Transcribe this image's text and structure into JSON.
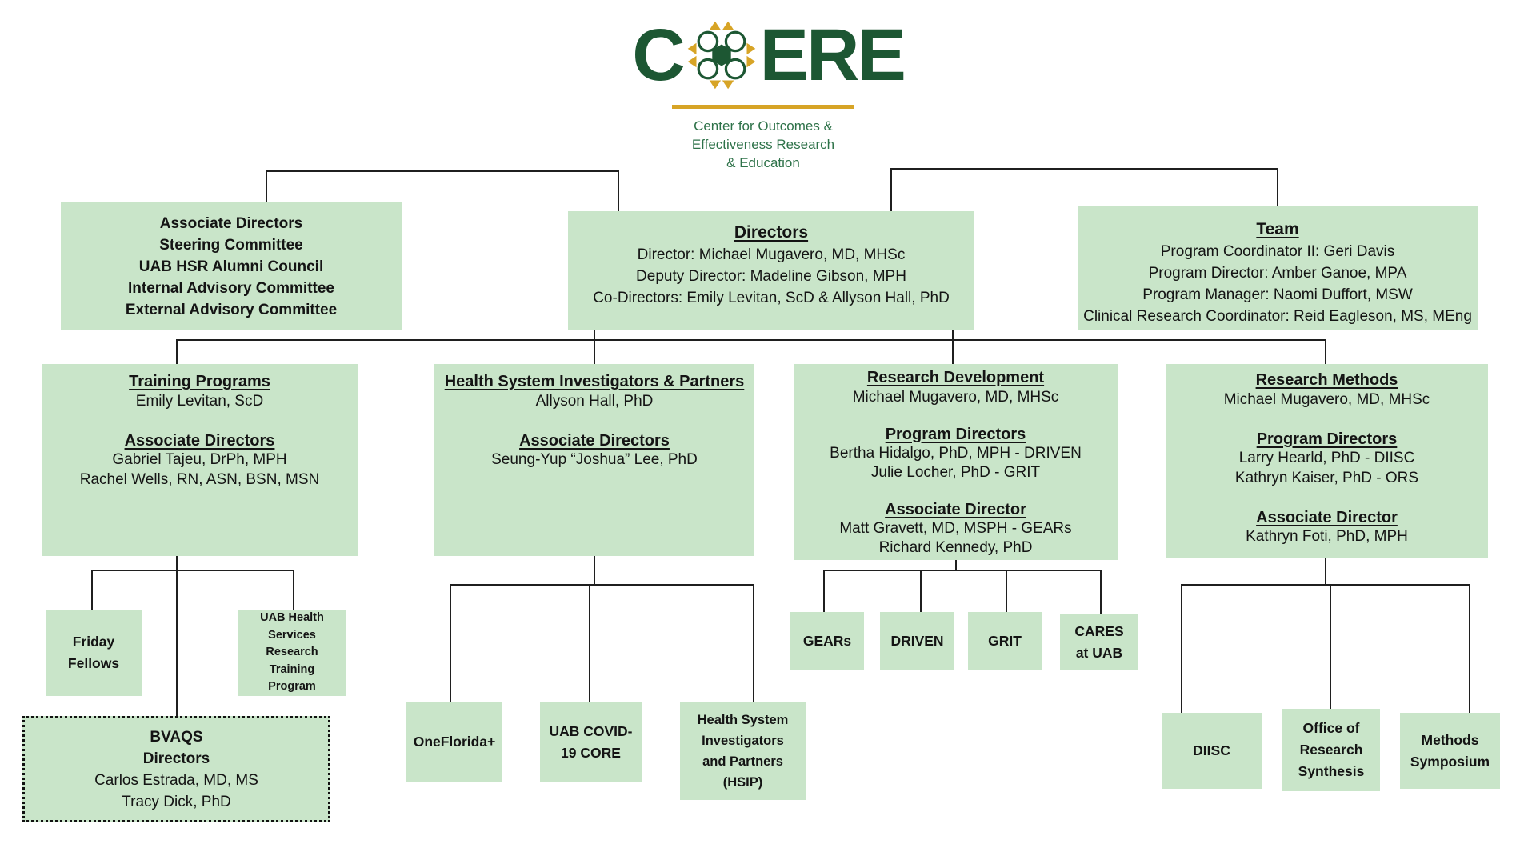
{
  "colors": {
    "dark_green": "#1d5733",
    "sub_green": "#2e7249",
    "gold": "#d7a426",
    "box_green": "#c9e5c9",
    "line": "#1f1f1f"
  },
  "logo": {
    "wordmark_left": "C",
    "wordmark_right": "ERE",
    "rosette_icon": "core-rosette-icon",
    "subtitle_lines": [
      "Center for Outcomes &",
      "Effectiveness Research",
      "& Education"
    ]
  },
  "boxes": {
    "associate_directors": {
      "lines": [
        {
          "t": "Associate Directors",
          "s": "b"
        },
        {
          "t": "Steering Committee",
          "s": "b"
        },
        {
          "t": "UAB HSR Alumni Council",
          "s": "b"
        },
        {
          "t": "Internal Advisory Committee",
          "s": "b"
        },
        {
          "t": "External Advisory Committee",
          "s": "b"
        }
      ]
    },
    "directors": {
      "lines": [
        {
          "t": "Directors",
          "s": "h"
        },
        {
          "t": "Director: Michael Mugavero, MD, MHSc",
          "s": "r"
        },
        {
          "t": "Deputy Director: Madeline Gibson, MPH",
          "s": "r"
        },
        {
          "t": "Co-Directors: Emily Levitan, ScD & Allyson Hall, PhD",
          "s": "r"
        }
      ]
    },
    "team": {
      "lines": [
        {
          "t": "Team",
          "s": "h"
        },
        {
          "t": "Program Coordinator II: Geri Davis",
          "s": "r"
        },
        {
          "t": "Program Director: Amber Ganoe, MPA",
          "s": "r"
        },
        {
          "t": "Program Manager: Naomi Duffort, MSW",
          "s": "r"
        },
        {
          "t": "Clinical Research Coordinator: Reid Eagleson, MS, MEng",
          "s": "r"
        }
      ]
    },
    "training_programs": {
      "lines": [
        {
          "t": "Training Programs",
          "s": "h"
        },
        {
          "t": "Emily Levitan, ScD",
          "s": "r"
        },
        {
          "t": "",
          "s": "gap"
        },
        {
          "t": "Associate Directors",
          "s": "h"
        },
        {
          "t": "Gabriel Tajeu, DrPh, MPH",
          "s": "r"
        },
        {
          "t": "Rachel Wells, RN, ASN, BSN, MSN",
          "s": "r"
        }
      ]
    },
    "health_system_investigators": {
      "lines": [
        {
          "t": "Health System Investigators & Partners",
          "s": "h"
        },
        {
          "t": "Allyson Hall, PhD",
          "s": "r"
        },
        {
          "t": "",
          "s": "gap"
        },
        {
          "t": "Associate Directors",
          "s": "h"
        },
        {
          "t": "Seung-Yup “Joshua” Lee, PhD",
          "s": "r"
        }
      ]
    },
    "research_development": {
      "lines": [
        {
          "t": "Research Development",
          "s": "h"
        },
        {
          "t": "Michael Mugavero, MD, MHSc",
          "s": "r"
        },
        {
          "t": "",
          "s": "gap"
        },
        {
          "t": "Program Directors",
          "s": "h"
        },
        {
          "t": "Bertha Hidalgo, PhD, MPH - DRIVEN",
          "s": "r"
        },
        {
          "t": "Julie Locher, PhD - GRIT",
          "s": "r"
        },
        {
          "t": "",
          "s": "gap"
        },
        {
          "t": "Associate Director",
          "s": "h"
        },
        {
          "t": "Matt Gravett, MD, MSPH - GEARs",
          "s": "r"
        },
        {
          "t": "Richard Kennedy, PhD",
          "s": "r"
        }
      ]
    },
    "research_methods": {
      "lines": [
        {
          "t": "Research Methods",
          "s": "h"
        },
        {
          "t": "Michael Mugavero, MD, MHSc",
          "s": "r"
        },
        {
          "t": "",
          "s": "gap"
        },
        {
          "t": "Program Directors",
          "s": "h"
        },
        {
          "t": "Larry Hearld, PhD - DIISC",
          "s": "r"
        },
        {
          "t": "Kathryn Kaiser, PhD - ORS",
          "s": "r"
        },
        {
          "t": "",
          "s": "gap"
        },
        {
          "t": "Associate Director",
          "s": "h"
        },
        {
          "t": "Kathryn Foti, PhD, MPH",
          "s": "r"
        }
      ]
    },
    "friday_fellows": {
      "lines": [
        {
          "t": "Friday",
          "s": "b"
        },
        {
          "t": "Fellows",
          "s": "b"
        }
      ]
    },
    "uab_hsr_training": {
      "lines": [
        {
          "t": "UAB Health",
          "s": "b"
        },
        {
          "t": "Services",
          "s": "b"
        },
        {
          "t": "Research",
          "s": "b"
        },
        {
          "t": "Training",
          "s": "b"
        },
        {
          "t": "Program",
          "s": "b"
        }
      ]
    },
    "bvaqs": {
      "lines": [
        {
          "t": "BVAQS",
          "s": "b"
        },
        {
          "t": "Directors",
          "s": "b"
        },
        {
          "t": "Carlos Estrada, MD, MS",
          "s": "r"
        },
        {
          "t": "Tracy Dick, PhD",
          "s": "r"
        }
      ]
    },
    "oneflorida": {
      "lines": [
        {
          "t": "OneFlorida+",
          "s": "b"
        }
      ]
    },
    "uab_covid": {
      "lines": [
        {
          "t": "UAB COVID-",
          "s": "b"
        },
        {
          "t": "19 CORE",
          "s": "b"
        }
      ]
    },
    "hsip_small": {
      "lines": [
        {
          "t": "Health System",
          "s": "b"
        },
        {
          "t": "Investigators",
          "s": "b"
        },
        {
          "t": "and Partners",
          "s": "b"
        },
        {
          "t": "(HSIP)",
          "s": "b"
        }
      ]
    },
    "gears": {
      "lines": [
        {
          "t": "GEARs",
          "s": "b"
        }
      ]
    },
    "driven": {
      "lines": [
        {
          "t": "DRIVEN",
          "s": "b"
        }
      ]
    },
    "grit": {
      "lines": [
        {
          "t": "GRIT",
          "s": "b"
        }
      ]
    },
    "cares": {
      "lines": [
        {
          "t": "CARES",
          "s": "b"
        },
        {
          "t": "at UAB",
          "s": "b"
        }
      ]
    },
    "diisc": {
      "lines": [
        {
          "t": "DIISC",
          "s": "b"
        }
      ]
    },
    "office_research_synthesis": {
      "lines": [
        {
          "t": "Office of",
          "s": "b"
        },
        {
          "t": "Research",
          "s": "b"
        },
        {
          "t": "Synthesis",
          "s": "b"
        }
      ]
    },
    "methods_symposium": {
      "lines": [
        {
          "t": "Methods",
          "s": "b"
        },
        {
          "t": "Symposium",
          "s": "b"
        }
      ]
    }
  }
}
